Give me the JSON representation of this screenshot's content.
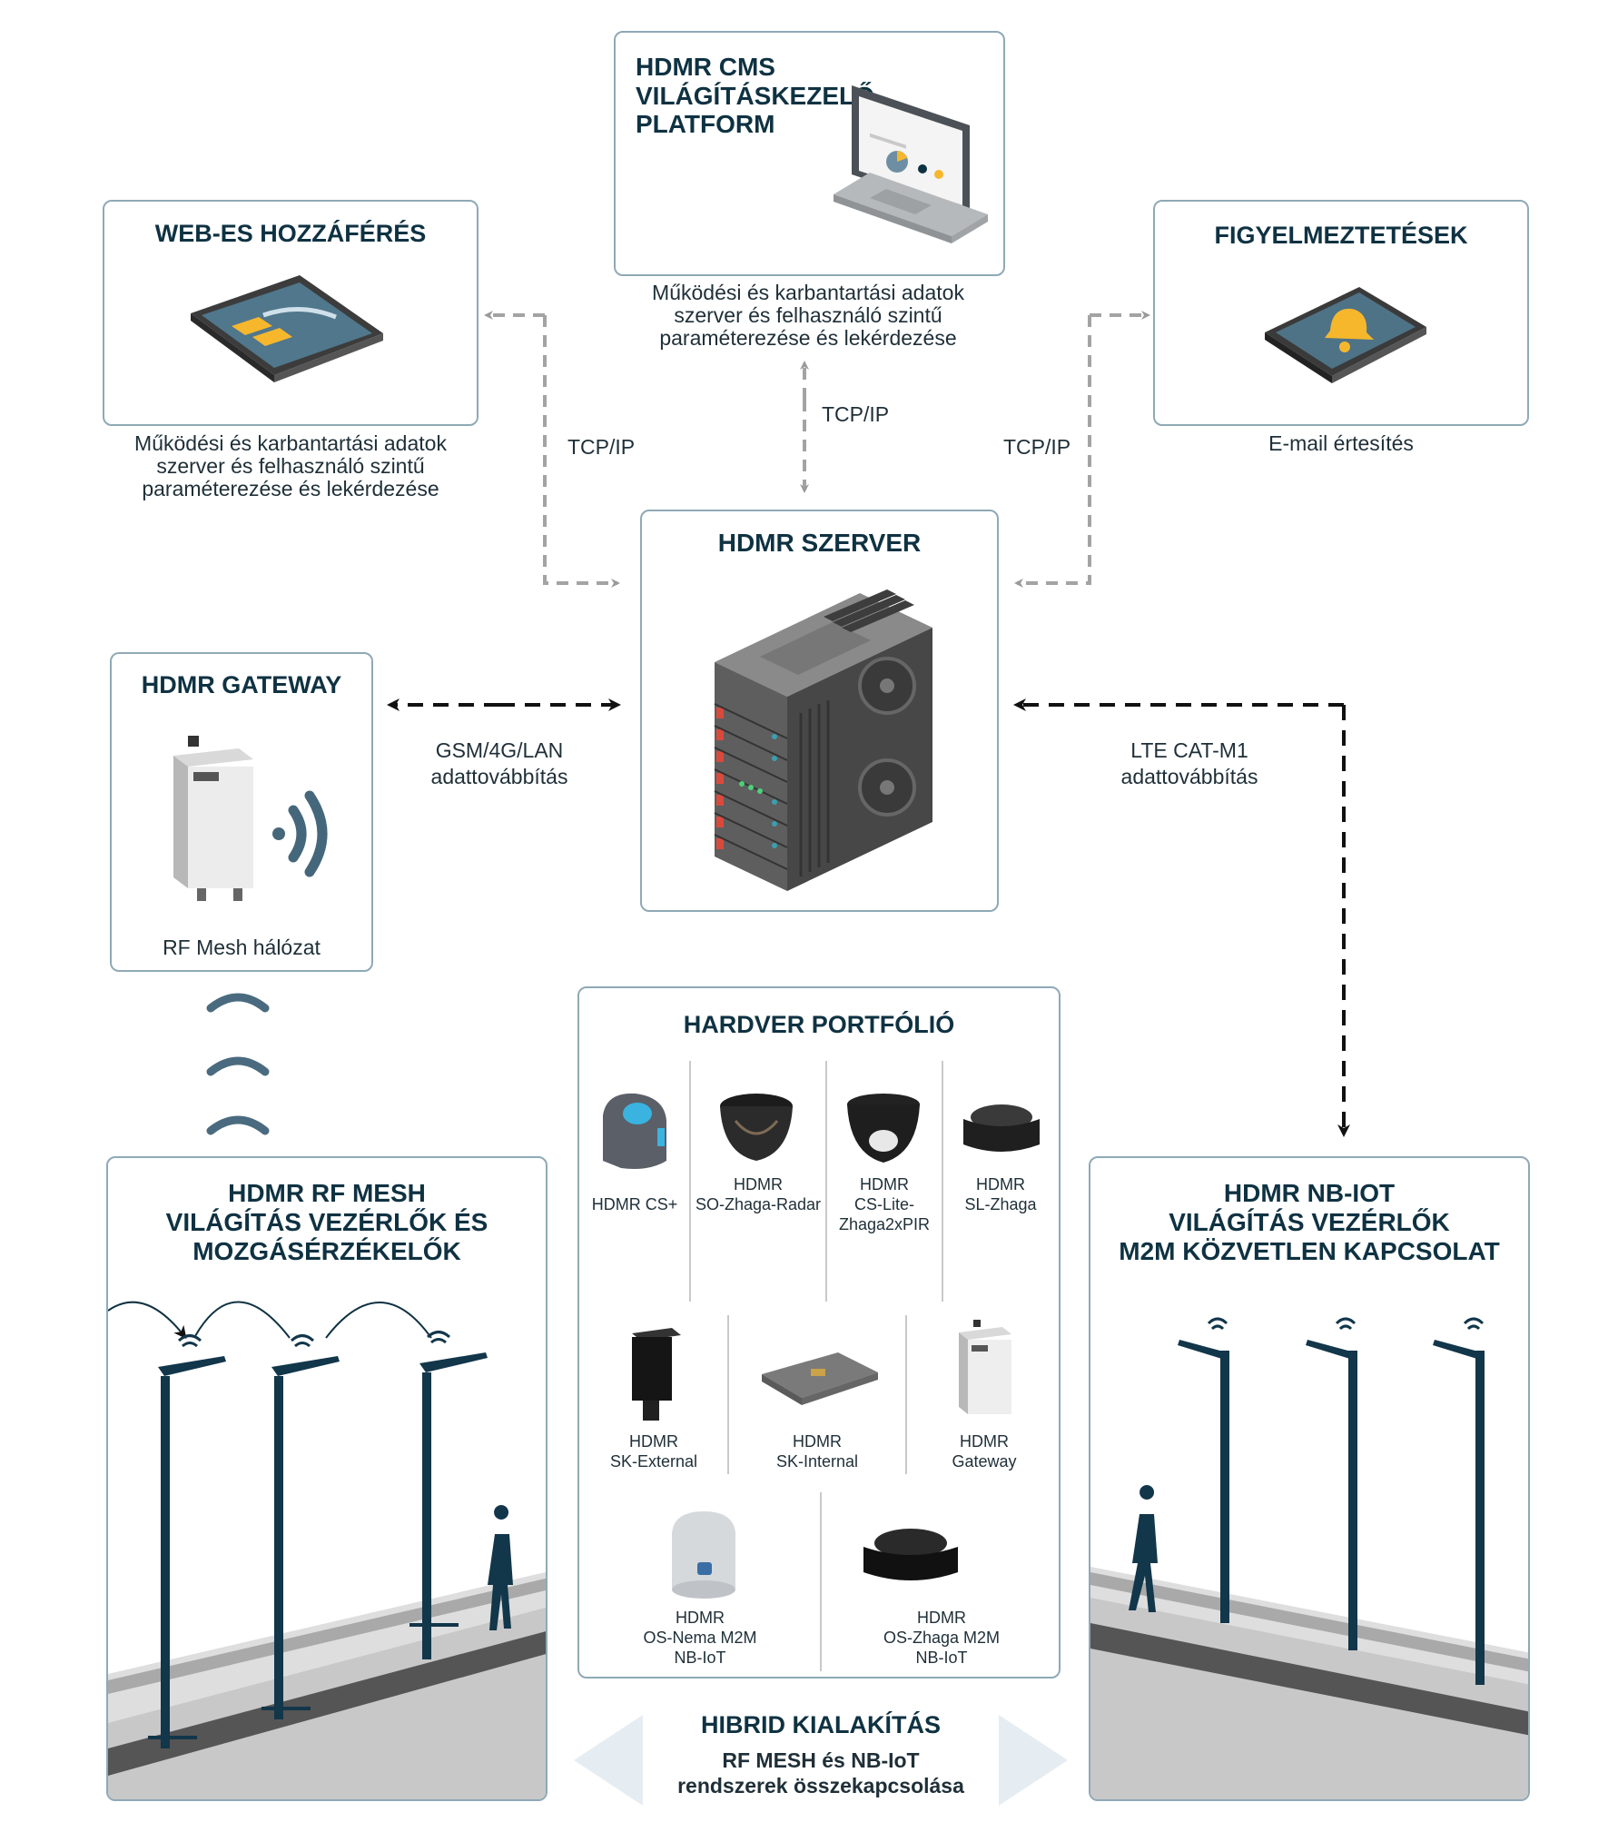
{
  "cms": {
    "title_lines": [
      "HDMR CMS",
      "VILÁGÍTÁSKEZELŐ",
      "PLATFORM"
    ],
    "caption_lines": [
      "Működési és karbantartási adatok",
      "szerver és felhasználó szintű",
      "paraméterezése és lekérdezése"
    ]
  },
  "web": {
    "title": "WEB-ES HOZZÁFÉRÉS",
    "caption_lines": [
      "Működési és karbantartási adatok",
      "szerver és felhasználó szintű",
      "paraméterezése és lekérdezése"
    ]
  },
  "alerts": {
    "title": "FIGYELMEZTETÉSEK",
    "caption": "E-mail értesítés"
  },
  "links": {
    "tcp_left": "TCP/IP",
    "tcp_center": "TCP/IP",
    "tcp_right": "TCP/IP",
    "gsm_lines": [
      "GSM/4G/LAN",
      "adattovábbítás"
    ],
    "lte_lines": [
      "LTE CAT-M1",
      "adattovábbítás"
    ]
  },
  "server": {
    "title": "HDMR SZERVER"
  },
  "gateway": {
    "title": "HDMR GATEWAY",
    "caption": "RF Mesh hálózat"
  },
  "hardware": {
    "title": "HARDVER PORTFÓLIÓ",
    "row1": [
      {
        "lines": [
          "HDMR CS+"
        ]
      },
      {
        "lines": [
          "HDMR",
          "SO-Zhaga-Radar"
        ]
      },
      {
        "lines": [
          "HDMR",
          "CS-Lite-",
          "Zhaga2xPIR"
        ]
      },
      {
        "lines": [
          "HDMR",
          "SL-Zhaga"
        ]
      }
    ],
    "row2": [
      {
        "lines": [
          "HDMR",
          "SK-External"
        ]
      },
      {
        "lines": [
          "HDMR",
          "SK-Internal"
        ]
      },
      {
        "lines": [
          "HDMR",
          "Gateway"
        ]
      }
    ],
    "row3": [
      {
        "lines": [
          "HDMR",
          "OS-Nema M2M",
          "NB-IoT"
        ]
      },
      {
        "lines": [
          "HDMR",
          "OS-Zhaga M2M",
          "NB-IoT"
        ]
      }
    ]
  },
  "rfmesh": {
    "title_lines": [
      "HDMR RF MESH",
      "VILÁGÍTÁS VEZÉRLŐK ÉS",
      "MOZGÁSÉRZÉKELŐK"
    ]
  },
  "nbiot": {
    "title_lines": [
      "HDMR NB-IOT",
      "VILÁGÍTÁS VEZÉRLŐK",
      "M2M KÖZVETLEN KAPCSOLAT"
    ]
  },
  "hybrid": {
    "title": "HIBRID KIALAKÍTÁS",
    "sub_lines": [
      "RF MESH és NB-IoT",
      "rendszerek összekapcsolása"
    ]
  },
  "colors": {
    "navy": "#0f3242",
    "frame": "#8fa9b6",
    "slate": "#44657a",
    "yellow": "#f6b72c"
  }
}
